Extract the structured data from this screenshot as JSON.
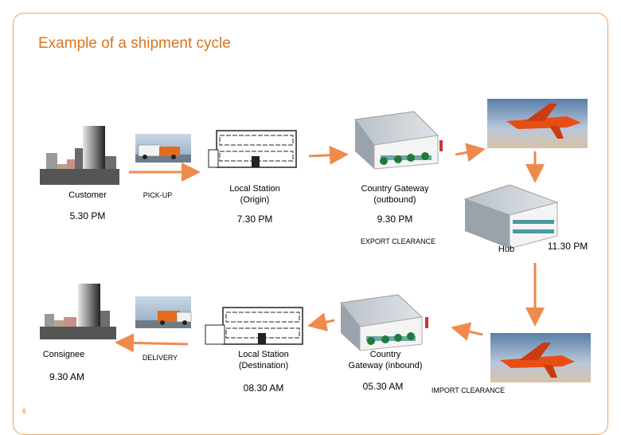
{
  "title": "Example of a shipment cycle",
  "page_number": "6",
  "colors": {
    "accent": "#d9741f",
    "arrow": "#ef8a4c",
    "frame": "#f0a060"
  },
  "nodes": {
    "customer": {
      "label": "Customer",
      "time": "5.30 PM"
    },
    "pickup": {
      "label": "PICK-UP"
    },
    "origin_station": {
      "label_line1": "Local Station",
      "label_line2": "(Origin)",
      "time": "7.30 PM"
    },
    "outbound_gateway": {
      "label_line1": "Country Gateway",
      "label_line2": "(outbound)",
      "time": "9.30 PM"
    },
    "export_clearance": {
      "label": "EXPORT CLEARANCE"
    },
    "hub": {
      "label": "Hub",
      "time": "11.30 PM"
    },
    "inbound_gateway": {
      "label_line1": "Country",
      "label_line2": "Gateway (inbound)",
      "time": "05.30 AM"
    },
    "import_clearance": {
      "label": "IMPORT CLEARANCE"
    },
    "destination_station": {
      "label_line1": "Local Station",
      "label_line2": "(Destination)",
      "time": "08.30 AM"
    },
    "delivery": {
      "label": "DELIVERY"
    },
    "consignee": {
      "label": "Consignee",
      "time": "9.30 AM"
    }
  },
  "icons": [
    "city-skyline-icon",
    "delivery-van-icon",
    "station-building-icon",
    "gateway-building-icon",
    "cargo-plane-icon",
    "hub-building-icon"
  ]
}
